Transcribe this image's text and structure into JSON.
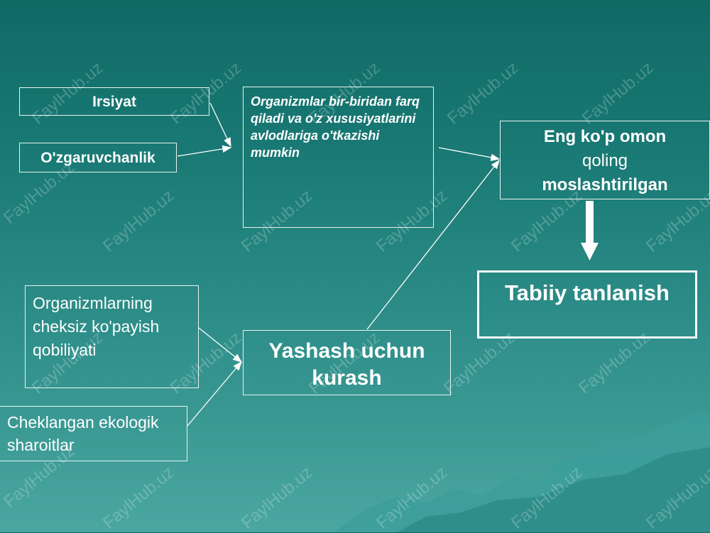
{
  "boxes": {
    "irsiyat": "Irsiyat",
    "ozgaruvchanlik": "O'zgaruvchanlik",
    "organizmlar_farq": "Organizmlar bir-biridan farq qiladi va o'z xususiyatlarini avlodlariga o'tkazishi mumkin",
    "eng_kop_line1": "Eng ko'p omon",
    "eng_kop_line2": "qoling",
    "eng_kop_line3": "moslashtirilgan",
    "tabiiy_tanlanish": "Tabiiy tanlanish",
    "organizmlarning_cheksiz": "Organizmlarning cheksiz ko'payish qobiliyati",
    "yashash_uchun_kurash": "Yashash uchun kurash",
    "cheklangan_sharoitlar": "Cheklangan ekologik sharoitlar"
  },
  "watermark": "FaylHub.uz",
  "colors": {
    "background_top": "#0f6a66",
    "background_bottom": "#4aa6a1",
    "text": "#ffffff",
    "mountain": "#3c9e9a"
  }
}
